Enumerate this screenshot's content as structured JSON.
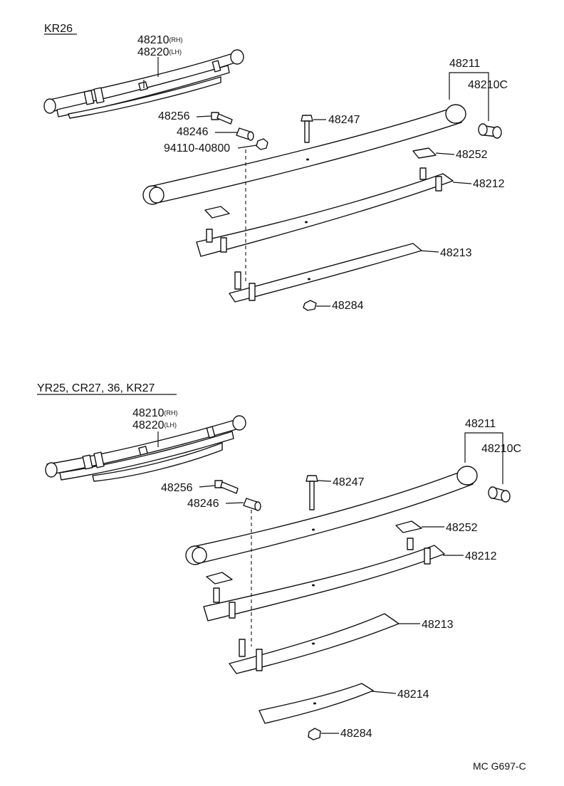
{
  "sections": [
    {
      "title": "KR26",
      "labels": {
        "p48210": "48210",
        "p48210_suffix": "(RH)",
        "p48220": "48220",
        "p48220_suffix": "(LH)",
        "p48211": "48211",
        "p48210c": "48210C",
        "p48256": "48256",
        "p48246": "48246",
        "p94110": "94110-40800",
        "p48247": "48247",
        "p48252": "48252",
        "p48212": "48212",
        "p48213": "48213",
        "p48284": "48284"
      }
    },
    {
      "title": "YR25, CR27, 36, KR27",
      "labels": {
        "p48210": "48210",
        "p48210_suffix": "(RH)",
        "p48220": "48220",
        "p48220_suffix": "(LH)",
        "p48211": "48211",
        "p48210c": "48210C",
        "p48256": "48256",
        "p48246": "48246",
        "p48247": "48247",
        "p48252": "48252",
        "p48212": "48212",
        "p48213": "48213",
        "p48214": "48214",
        "p48284": "48284"
      }
    }
  ],
  "reference": "MC G697-C"
}
